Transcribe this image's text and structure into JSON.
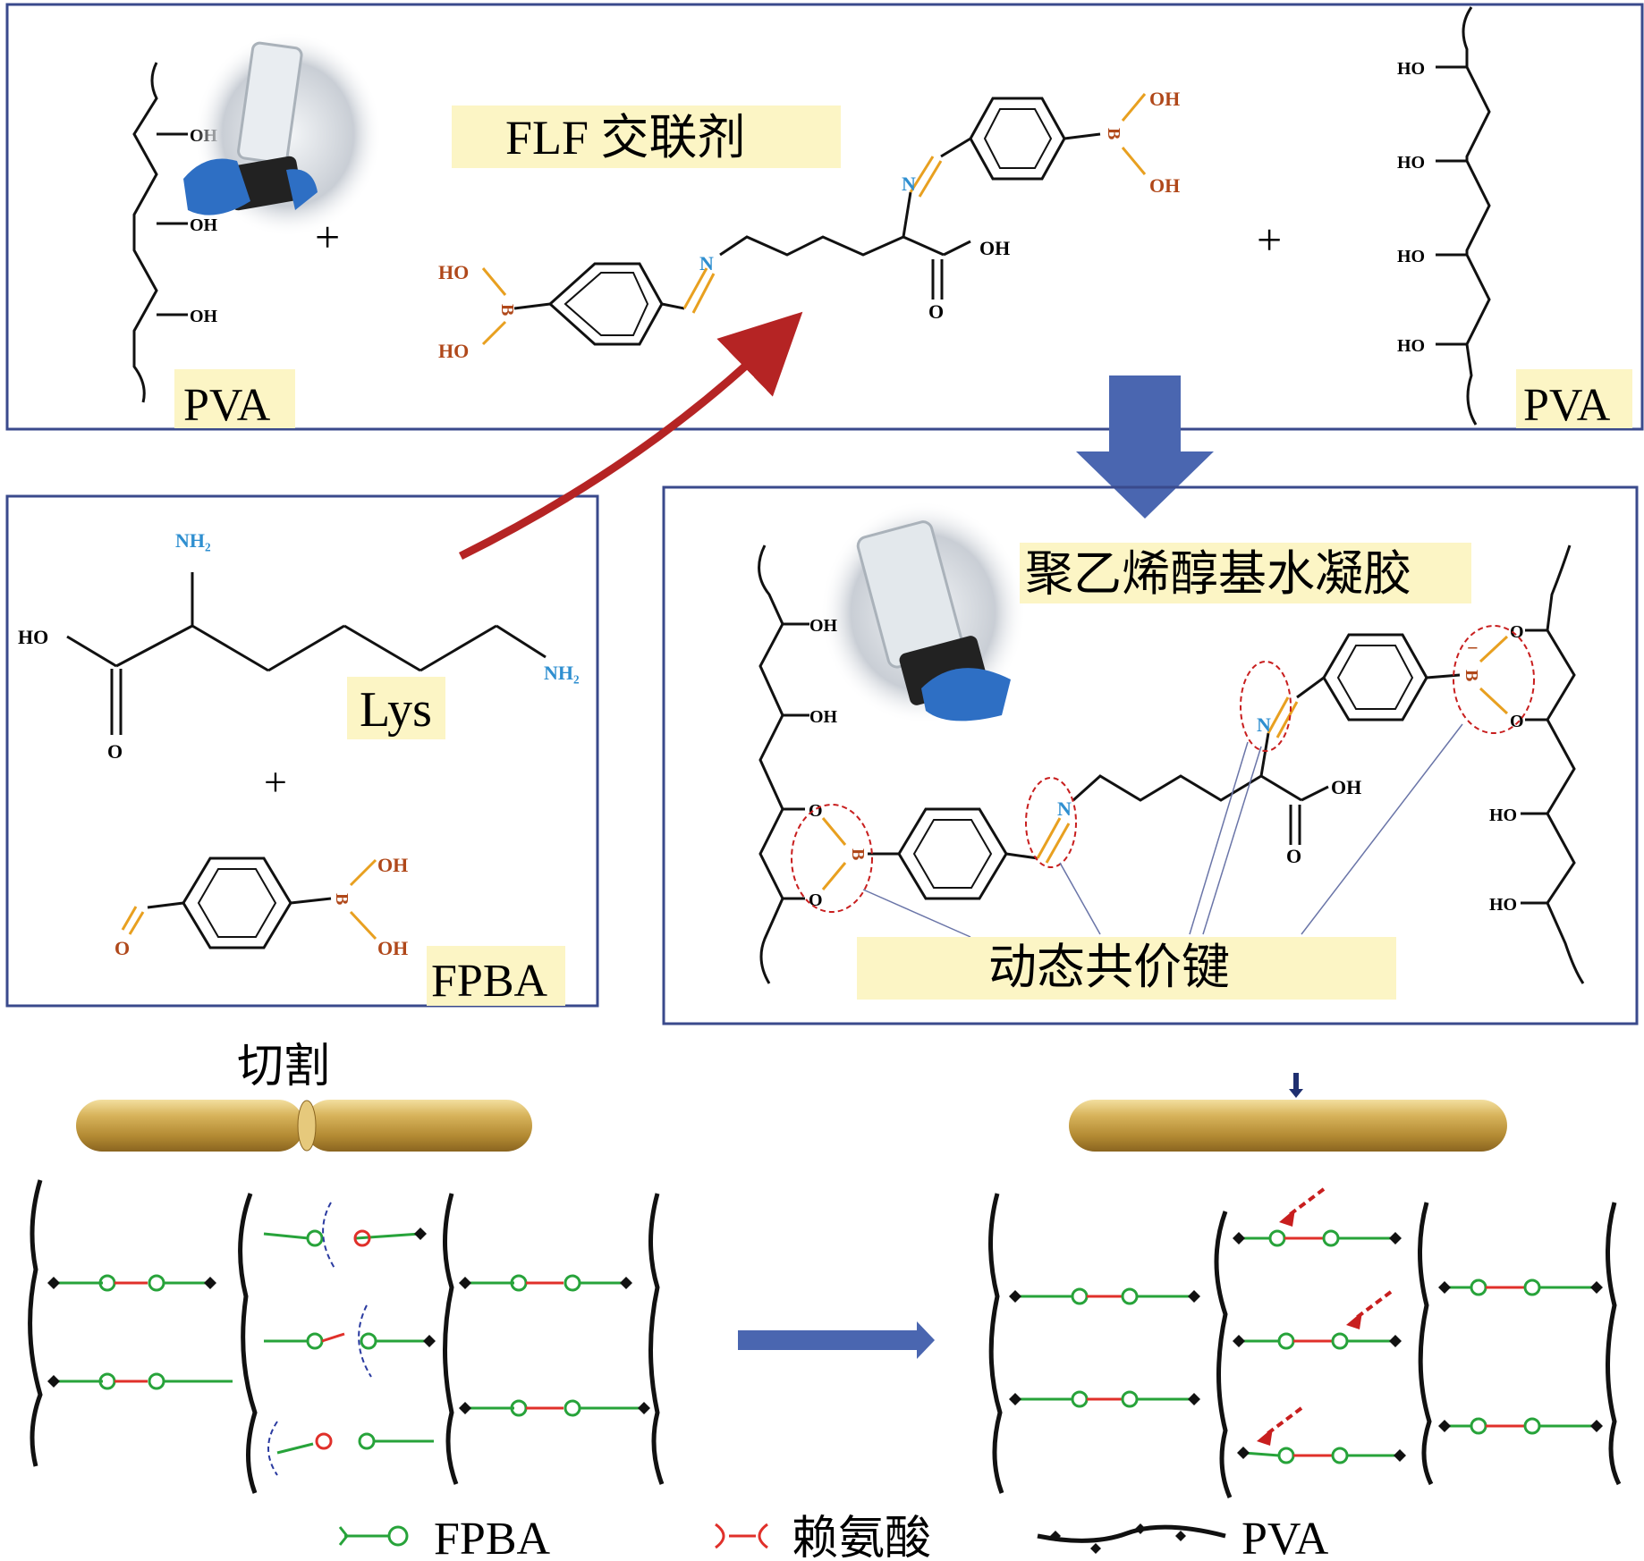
{
  "panel_a": {
    "label_pva_left": "PVA",
    "label_pva_right": "PVA",
    "crosslinker_title": "FLF 交联剂",
    "plus": "+",
    "oh": "OH",
    "ho": "HO",
    "n": "N",
    "b": "B",
    "o": "O"
  },
  "panel_b": {
    "lys_label": "Lys",
    "fpba_label": "FPBA",
    "nh2": "NH₂",
    "ho": "HO",
    "oh": "OH",
    "o": "O",
    "b": "B",
    "plus": "+"
  },
  "panel_c": {
    "title": "聚乙烯醇基水凝胶",
    "dynamic_bond_label": "动态共价键",
    "oh": "OH",
    "ho": "HO",
    "o": "O",
    "n": "N",
    "b": "B",
    "minus": "−"
  },
  "bottom": {
    "cut_label": "切割",
    "legend_fpba": "FPBA",
    "legend_lys": "赖氨酸",
    "legend_pva": "PVA"
  },
  "colors": {
    "frame": "#3a4a8c",
    "highlight": "#fcf5c5",
    "arrow_blue": "#4a66b0",
    "arrow_red": "#b52424",
    "bond_orange": "#e8a020",
    "nitrogen_blue": "#2f8fd0",
    "boron_brown": "#b0481a",
    "fpba_green": "#27a33a",
    "lys_red": "#e0302a",
    "rod_gold": "#c9a24a",
    "dashed_red": "#c81e1e"
  }
}
